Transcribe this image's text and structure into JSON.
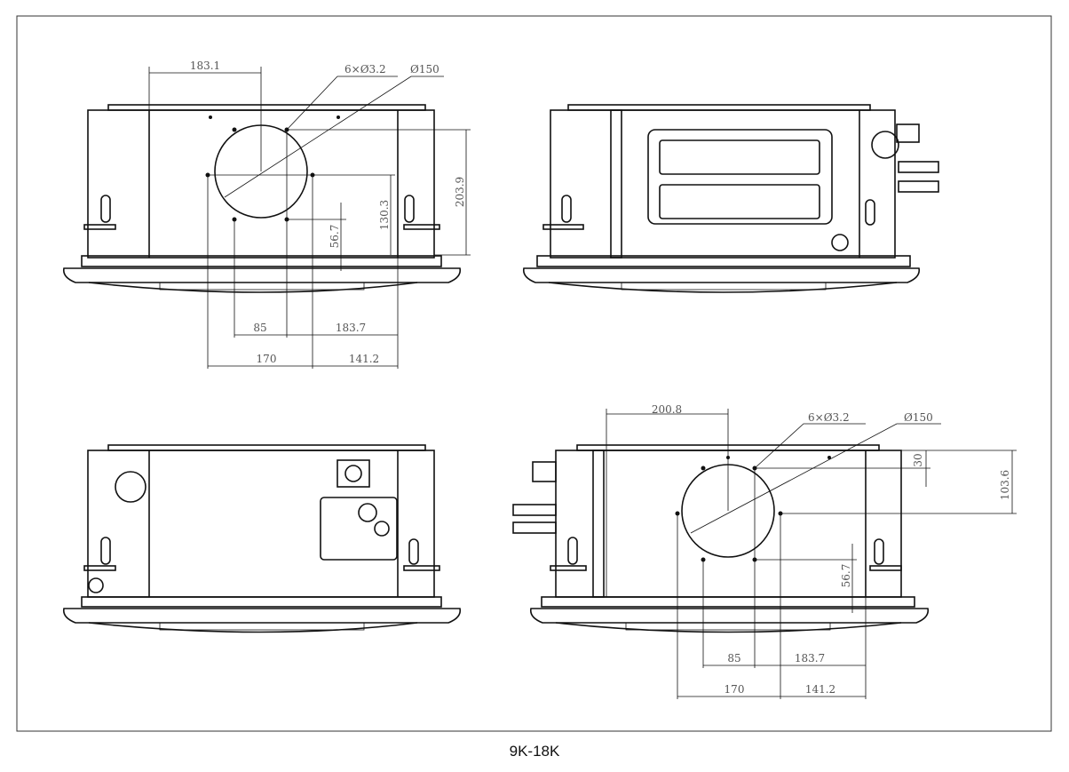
{
  "caption": "9K-18K",
  "views": {
    "front": {
      "dims": {
        "width_offset": "183.1",
        "holes": "6×Ø3.2",
        "duct": "Ø150",
        "height_total": "203.9",
        "height_center": "130.3",
        "height_low": "56.7",
        "hole_spacing": "85",
        "right_offset_upper": "183.7",
        "hole_span": "170",
        "right_offset_lower": "141.2"
      }
    },
    "rear": {
      "dims": {
        "width_offset": "200.8",
        "holes": "6×Ø3.2",
        "duct": "Ø150",
        "top_offset": "30",
        "height_center": "103.6",
        "height_low": "56.7",
        "hole_spacing": "85",
        "right_offset_upper": "183.7",
        "hole_span": "170",
        "right_offset_lower": "141.2"
      }
    }
  }
}
